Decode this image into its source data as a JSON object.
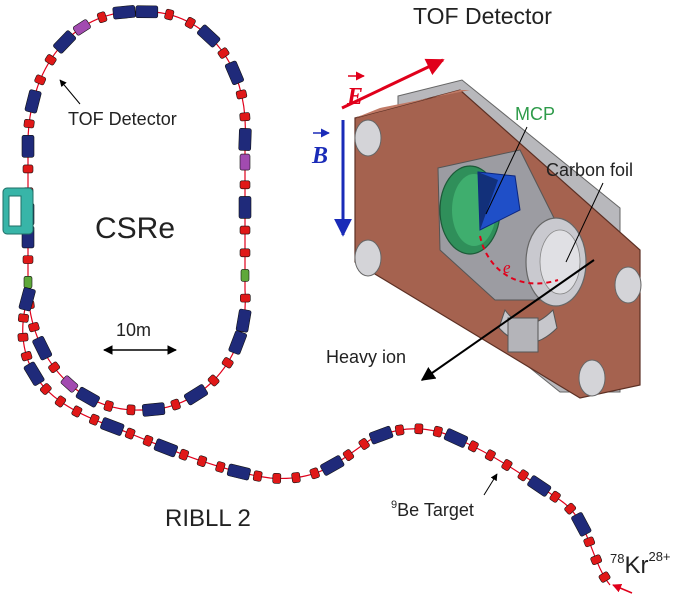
{
  "labels": {
    "detector_title": "TOF Detector",
    "tof_ring_label": "TOF Detector",
    "ring_name": "CSRe",
    "scale_bar": "10m",
    "beamline_name": "RIBLL 2",
    "target_mass": "9",
    "target_rest": "Be Target",
    "beam_mass": "78",
    "beam_element": "Kr",
    "beam_charge": "28+",
    "e_field": "E",
    "b_field": "B",
    "mcp": "MCP",
    "carbon_foil": "Carbon foil",
    "electron": "e",
    "heavy_ion": "Heavy ion"
  },
  "colors": {
    "beam_line": "#e0001b",
    "dipole": "#1f2a7a",
    "quadrupole": "#e01818",
    "kicker": "#a24bb0",
    "green_element": "#5fa83a",
    "teal_element": "#38b5a8",
    "detector_body": "#a5624f",
    "mcp_label": "#2e9b4a",
    "e_field": "#e0001b",
    "b_field": "#1a2bb8"
  }
}
